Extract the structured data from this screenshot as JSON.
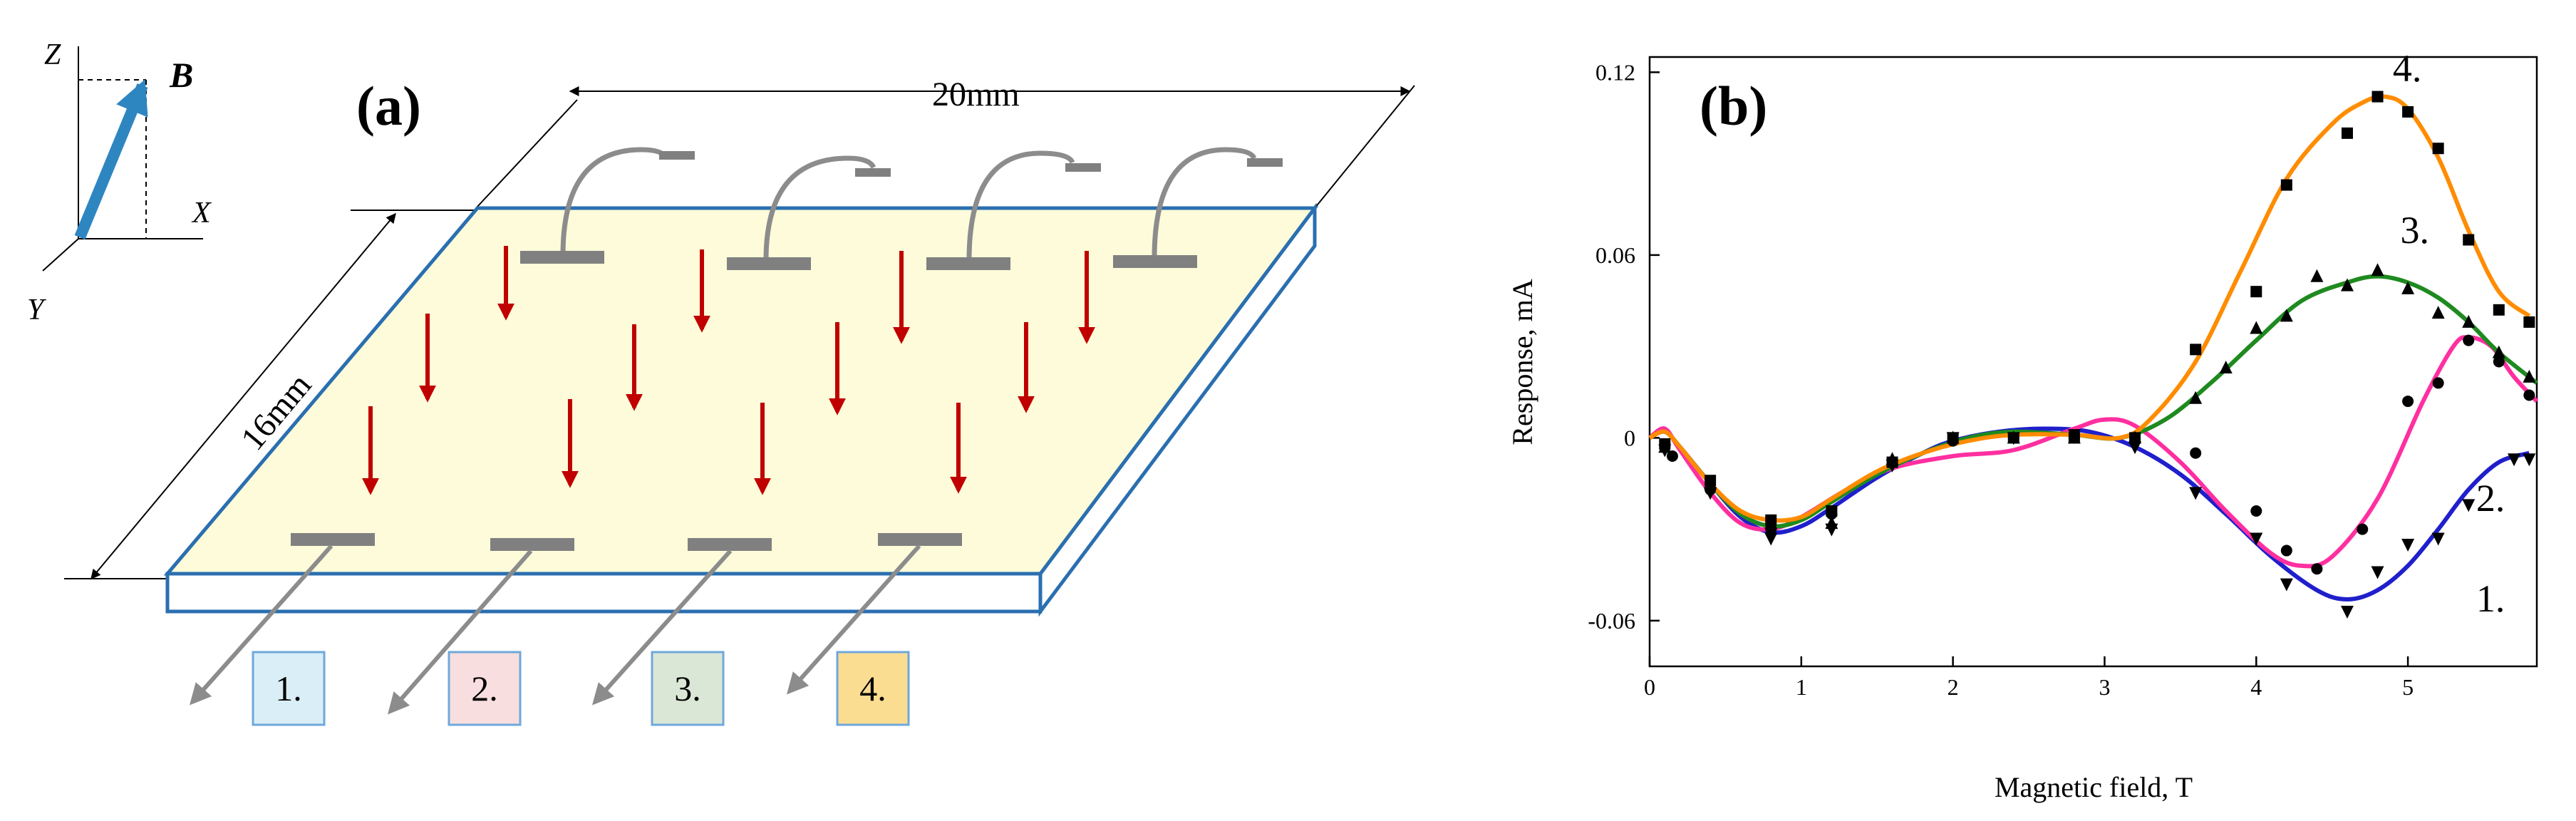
{
  "panel_a": {
    "label": "(a)",
    "dim_width": "20mm",
    "dim_height": "16mm",
    "axis_z": "Z",
    "axis_x": "X",
    "axis_y": "Y",
    "field_vector": "B",
    "outputs": [
      {
        "label": "1.",
        "color": "#d9eef6"
      },
      {
        "label": "2.",
        "color": "#f8dede"
      },
      {
        "label": "3.",
        "color": "#dbe7d6"
      },
      {
        "label": "4.",
        "color": "#fbdd92"
      }
    ],
    "plate_color": "#fdfbd9",
    "plate_edge": "#2a6fb0",
    "arrow_color": "#c00000",
    "contact_color": "#808080"
  },
  "panel_b": {
    "label": "(b)"
  },
  "chart_data": {
    "type": "line",
    "xlabel": "Magnetic field, T",
    "ylabel": "Response, mA",
    "xlim": [
      0,
      5.85
    ],
    "ylim": [
      -0.075,
      0.125
    ],
    "xticks": [
      0,
      1,
      2,
      3,
      4,
      5
    ],
    "xtick_labels": [
      "0",
      "1",
      "2",
      "3",
      "4",
      "5"
    ],
    "yticks": [
      -0.06,
      0,
      0.06,
      0.12
    ],
    "ytick_labels": [
      "-0.06",
      "0",
      "0.06",
      "0.12"
    ],
    "grid": false,
    "series": [
      {
        "name": "1.",
        "color": "#1f1fcc",
        "marker": "triangle-down",
        "curve": [
          [
            0,
            0
          ],
          [
            0.1,
            0.002
          ],
          [
            0.2,
            -0.003
          ],
          [
            0.4,
            -0.015
          ],
          [
            0.6,
            -0.026
          ],
          [
            0.8,
            -0.031
          ],
          [
            1.0,
            -0.029
          ],
          [
            1.2,
            -0.023
          ],
          [
            1.5,
            -0.013
          ],
          [
            1.8,
            -0.005
          ],
          [
            2.0,
            -0.001
          ],
          [
            2.3,
            0.002
          ],
          [
            2.6,
            0.003
          ],
          [
            2.9,
            0.002
          ],
          [
            3.2,
            -0.003
          ],
          [
            3.5,
            -0.012
          ],
          [
            3.8,
            -0.025
          ],
          [
            4.1,
            -0.039
          ],
          [
            4.4,
            -0.05
          ],
          [
            4.6,
            -0.053
          ],
          [
            4.8,
            -0.05
          ],
          [
            5.0,
            -0.042
          ],
          [
            5.2,
            -0.03
          ],
          [
            5.4,
            -0.017
          ],
          [
            5.6,
            -0.008
          ],
          [
            5.8,
            -0.005
          ]
        ],
        "points": [
          [
            0.1,
            -0.004
          ],
          [
            0.4,
            -0.018
          ],
          [
            0.8,
            -0.033
          ],
          [
            1.2,
            -0.03
          ],
          [
            1.6,
            -0.009
          ],
          [
            2.0,
            0.0
          ],
          [
            2.4,
            0.0
          ],
          [
            2.8,
            0.001
          ],
          [
            3.2,
            -0.003
          ],
          [
            3.6,
            -0.018
          ],
          [
            4.0,
            -0.033
          ],
          [
            4.2,
            -0.048
          ],
          [
            4.6,
            -0.057
          ],
          [
            4.8,
            -0.044
          ],
          [
            5.0,
            -0.035
          ],
          [
            5.2,
            -0.033
          ],
          [
            5.4,
            -0.022
          ],
          [
            5.7,
            -0.007
          ],
          [
            5.8,
            -0.007
          ]
        ]
      },
      {
        "name": "2.",
        "color": "#ff2fa0",
        "marker": "circle",
        "curve": [
          [
            0,
            0
          ],
          [
            0.1,
            0.003
          ],
          [
            0.2,
            -0.004
          ],
          [
            0.4,
            -0.018
          ],
          [
            0.6,
            -0.028
          ],
          [
            0.8,
            -0.03
          ],
          [
            1.0,
            -0.026
          ],
          [
            1.3,
            -0.017
          ],
          [
            1.6,
            -0.01
          ],
          [
            2.0,
            -0.006
          ],
          [
            2.4,
            -0.004
          ],
          [
            2.8,
            0.003
          ],
          [
            3.0,
            0.006
          ],
          [
            3.2,
            0.004
          ],
          [
            3.5,
            -0.008
          ],
          [
            3.8,
            -0.024
          ],
          [
            4.1,
            -0.038
          ],
          [
            4.3,
            -0.042
          ],
          [
            4.5,
            -0.039
          ],
          [
            4.8,
            -0.02
          ],
          [
            5.1,
            0.012
          ],
          [
            5.3,
            0.03
          ],
          [
            5.4,
            0.033
          ],
          [
            5.55,
            0.03
          ],
          [
            5.7,
            0.02
          ],
          [
            5.85,
            0.012
          ]
        ],
        "points": [
          [
            0.15,
            -0.006
          ],
          [
            0.4,
            -0.017
          ],
          [
            0.8,
            -0.03
          ],
          [
            1.2,
            -0.025
          ],
          [
            1.6,
            -0.008
          ],
          [
            2.0,
            -0.001
          ],
          [
            2.4,
            0.0
          ],
          [
            2.8,
            0.0
          ],
          [
            3.2,
            0.0
          ],
          [
            3.6,
            -0.005
          ],
          [
            4.0,
            -0.024
          ],
          [
            4.2,
            -0.037
          ],
          [
            4.4,
            -0.043
          ],
          [
            4.7,
            -0.03
          ],
          [
            5.0,
            0.012
          ],
          [
            5.2,
            0.018
          ],
          [
            5.4,
            0.032
          ],
          [
            5.6,
            0.025
          ],
          [
            5.8,
            0.014
          ]
        ]
      },
      {
        "name": "3.",
        "color": "#1f8a1f",
        "marker": "triangle-up",
        "curve": [
          [
            0,
            0
          ],
          [
            0.1,
            0.002
          ],
          [
            0.2,
            -0.003
          ],
          [
            0.4,
            -0.015
          ],
          [
            0.6,
            -0.025
          ],
          [
            0.8,
            -0.029
          ],
          [
            1.0,
            -0.027
          ],
          [
            1.2,
            -0.021
          ],
          [
            1.5,
            -0.012
          ],
          [
            1.8,
            -0.005
          ],
          [
            2.1,
            0.0
          ],
          [
            2.4,
            0.002
          ],
          [
            2.8,
            0.001
          ],
          [
            3.1,
            0.0
          ],
          [
            3.4,
            0.006
          ],
          [
            3.7,
            0.018
          ],
          [
            4.0,
            0.032
          ],
          [
            4.3,
            0.045
          ],
          [
            4.6,
            0.051
          ],
          [
            4.8,
            0.053
          ],
          [
            5.0,
            0.051
          ],
          [
            5.2,
            0.046
          ],
          [
            5.4,
            0.038
          ],
          [
            5.6,
            0.028
          ],
          [
            5.85,
            0.018
          ]
        ],
        "points": [
          [
            0.1,
            -0.003
          ],
          [
            0.4,
            -0.015
          ],
          [
            0.8,
            -0.028
          ],
          [
            1.2,
            -0.028
          ],
          [
            1.6,
            -0.007
          ],
          [
            2.0,
            0.0
          ],
          [
            2.4,
            0.0
          ],
          [
            2.8,
            0.0
          ],
          [
            3.2,
            0.0
          ],
          [
            3.6,
            0.013
          ],
          [
            3.8,
            0.023
          ],
          [
            4.0,
            0.036
          ],
          [
            4.2,
            0.04
          ],
          [
            4.4,
            0.053
          ],
          [
            4.6,
            0.05
          ],
          [
            4.8,
            0.055
          ],
          [
            5.0,
            0.049
          ],
          [
            5.2,
            0.041
          ],
          [
            5.4,
            0.038
          ],
          [
            5.6,
            0.028
          ],
          [
            5.8,
            0.02
          ]
        ]
      },
      {
        "name": "4.",
        "color": "#ff8c00",
        "marker": "square",
        "curve": [
          [
            0,
            0
          ],
          [
            0.1,
            0.002
          ],
          [
            0.2,
            -0.003
          ],
          [
            0.4,
            -0.015
          ],
          [
            0.6,
            -0.024
          ],
          [
            0.8,
            -0.027
          ],
          [
            1.0,
            -0.026
          ],
          [
            1.2,
            -0.02
          ],
          [
            1.5,
            -0.011
          ],
          [
            1.8,
            -0.005
          ],
          [
            2.1,
            -0.001
          ],
          [
            2.4,
            0.001
          ],
          [
            2.8,
            0.001
          ],
          [
            3.1,
            0.0
          ],
          [
            3.3,
            0.006
          ],
          [
            3.6,
            0.025
          ],
          [
            3.9,
            0.055
          ],
          [
            4.2,
            0.085
          ],
          [
            4.5,
            0.103
          ],
          [
            4.7,
            0.11
          ],
          [
            4.85,
            0.112
          ],
          [
            5.0,
            0.108
          ],
          [
            5.2,
            0.092
          ],
          [
            5.4,
            0.068
          ],
          [
            5.6,
            0.048
          ],
          [
            5.8,
            0.04
          ]
        ],
        "points": [
          [
            0.1,
            -0.002
          ],
          [
            0.4,
            -0.014
          ],
          [
            0.8,
            -0.027
          ],
          [
            1.2,
            -0.024
          ],
          [
            1.6,
            -0.008
          ],
          [
            2.0,
            0.0
          ],
          [
            2.4,
            0.0
          ],
          [
            2.8,
            0.0
          ],
          [
            3.2,
            0.0
          ],
          [
            3.6,
            0.029
          ],
          [
            4.0,
            0.048
          ],
          [
            4.2,
            0.083
          ],
          [
            4.6,
            0.1
          ],
          [
            4.8,
            0.112
          ],
          [
            5.0,
            0.107
          ],
          [
            5.2,
            0.095
          ],
          [
            5.4,
            0.065
          ],
          [
            5.6,
            0.042
          ],
          [
            5.8,
            0.038
          ]
        ]
      }
    ]
  }
}
